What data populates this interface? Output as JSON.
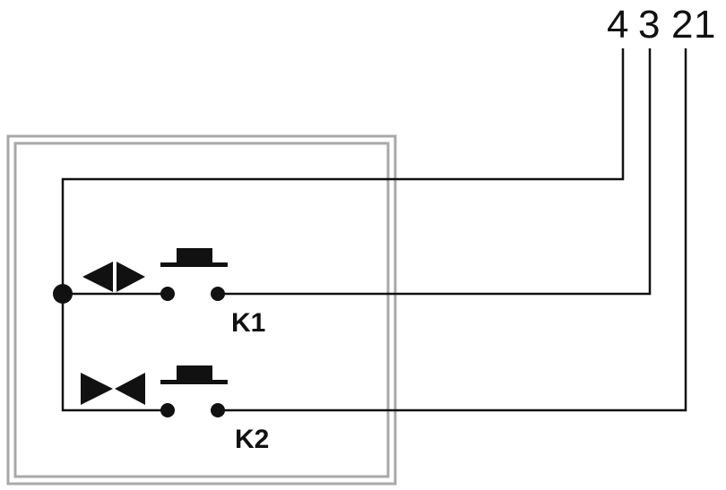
{
  "terminals": [
    "4",
    "3",
    "2",
    "1"
  ],
  "switches": [
    {
      "label": "K1",
      "symbol": "outward-arrows-icon"
    },
    {
      "label": "K2",
      "symbol": "inward-arrows-icon"
    }
  ],
  "colors": {
    "wire": "#111111",
    "enclosure": "#a8a8a8",
    "background": "#ffffff"
  }
}
